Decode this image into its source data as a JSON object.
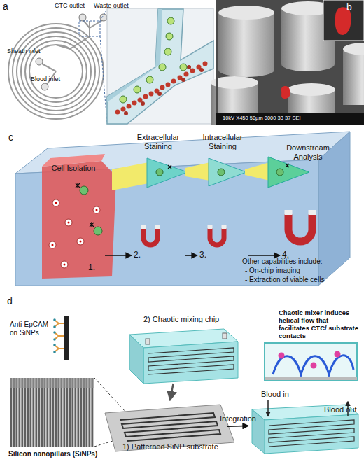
{
  "diagram": {
    "nodes": [
      {
        "text": [
          "Cell Isolation",
          "1."
        ]
      },
      {
        "text": [
          "Extracellular Staining",
          "2."
        ]
      },
      {
        "text": [
          "Intracellular Staining",
          "3."
        ]
      },
      {
        "text": [
          "Downstream Analysis",
          "4."
        ]
      },
      {
        "text": [
          "2) Chaotic mixing chip"
        ]
      },
      {
        "text": [
          "1) Patterned SiNP substrate"
        ]
      },
      {
        "text": [
          "Chaotic mixer induces helical flow that facilitates CTC/ substrate contacts"
        ]
      },
      {
        "text": [
          "Blood in",
          "Blood out"
        ]
      }
    ],
    "edges": [
      {
        "from": 0,
        "to": 1,
        "arrow": "to"
      },
      {
        "from": 1,
        "to": 2,
        "arrow": "to"
      },
      {
        "from": 2,
        "to": 3,
        "arrow": "to"
      },
      {
        "from": 4,
        "to": 5,
        "arrow": "to"
      },
      {
        "from": 5,
        "to": 7,
        "label": "Integration",
        "arrow": "to"
      }
    ],
    "labels": [
      "a",
      "CTC outlet",
      "Waste outlet",
      "Sheath inlet",
      "Blood inlet",
      "b",
      "10kV X450 50µm 0000 33 37 SEI",
      "c",
      "Other capabilities include:",
      "- On-chip imaging",
      "- Extraction of viable cells",
      "d",
      "Anti-EpCAM on SiNPs",
      "Silicon nanopillars (SiNPs)"
    ]
  }
}
